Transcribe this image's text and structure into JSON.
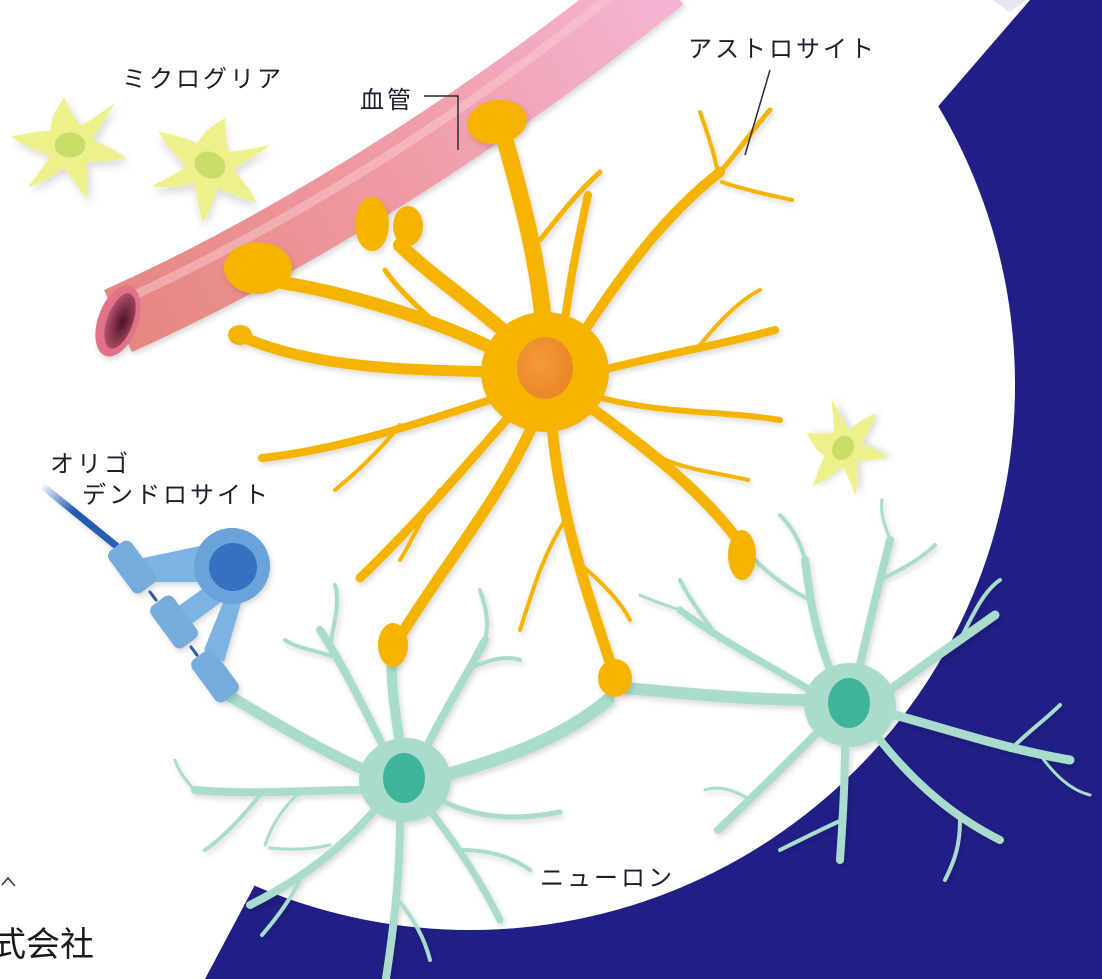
{
  "labels": {
    "microglia": "ミクログリア",
    "blood_vessel": "血管",
    "astrocyte": "アストロサイト",
    "oligodendrocyte_line1": "オリゴ",
    "oligodendrocyte_line2": "デンドロサイト",
    "neuron": "ニューロン",
    "corner_text": "式会社"
  },
  "colors": {
    "navy": "#201f86",
    "background": "#ffffff",
    "astrocyte": "#f5b400",
    "astrocyte_nucleus": "#ee8a2c",
    "neuron": "#a9dccc",
    "neuron_nucleus": "#3fb49a",
    "microglia": "#eef08c",
    "microglia_nucleus": "#c9dd6a",
    "oligodendrocyte": "#6aa3d9",
    "oligodendrocyte_nucleus": "#3671be",
    "myelin": "#76abdc",
    "vessel_light": "#f4b4d2",
    "vessel_mid": "#f09ca6",
    "vessel_dark": "#e5857f",
    "label_text": "#1c1c2e"
  }
}
